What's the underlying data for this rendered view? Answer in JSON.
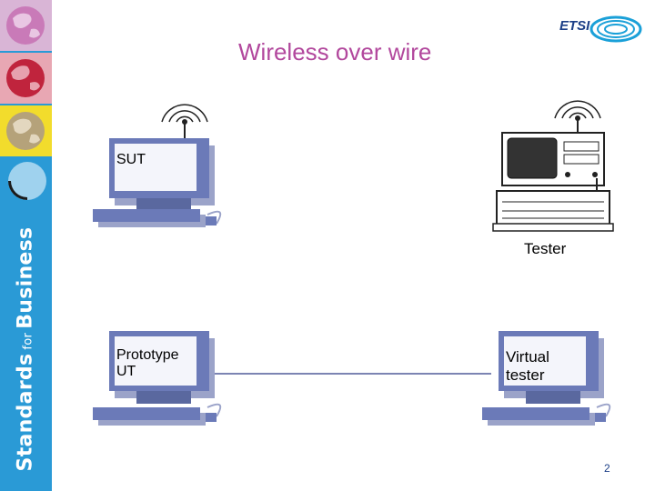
{
  "title": "Wireless over wire",
  "logo": {
    "text": "ETSI"
  },
  "sidebar": {
    "brand_main": "Standards",
    "brand_for": "for",
    "brand_end": "Business"
  },
  "nodes": {
    "sut": {
      "label": "SUT"
    },
    "tester": {
      "label": "Tester"
    },
    "prototype": {
      "label_line1": "Prototype",
      "label_line2": "UT"
    },
    "virtual": {
      "label_line1": "Virtual",
      "label_line2": "tester"
    }
  },
  "page_number": "2",
  "colors": {
    "sidebar": "#2a9ad6",
    "title": "#b2489d",
    "computer_body": "#6b7ab8",
    "computer_shadow": "#9ba3c9",
    "screen": "#f4f5fb",
    "link_line": "#7c84b3"
  }
}
